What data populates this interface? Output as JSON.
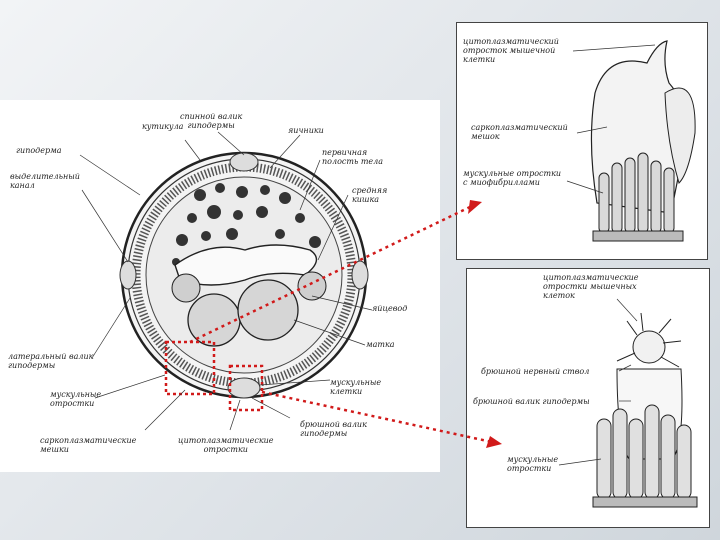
{
  "main_diagram": {
    "labels": {
      "dorsal_ridge": "спинной валик\nгиподермы",
      "cuticle": "кутикула",
      "ovaries": "яичники",
      "hypodermis": "гиподерма",
      "primary_cavity": "первичная\nполость тела",
      "excretory_canal": "выделительный\nканал",
      "midgut": "средняя\nкишка",
      "oviduct": "яйцевод",
      "lateral_ridge": "латеральный валик\nгиподермы",
      "uterus": "матка",
      "muscle_processes": "мускульные\nотростки",
      "muscle_cells": "мускульные\nклетки",
      "ventral_ridge": "брюшной валик\nгиподермы",
      "sarcoplasmic_sacs": "саркоплазматические\nмешки",
      "cytoplasmic_processes": "цитоплазматические\nотростки"
    }
  },
  "detail_top": {
    "labels": {
      "cytoplasmic_process": "цитоплазматический\nотросток мышечной\nклетки",
      "sarcoplasmic_sac": "саркоплазматический\nмешок",
      "muscle_processes": "мускульные отростки\nс миофибриллами"
    }
  },
  "detail_bottom": {
    "labels": {
      "cytoplasmic_processes": "цитоплазматические\nотростки мышечных\nклеток",
      "ventral_nerve_trunk": "брюшной нервный ствол",
      "ventral_ridge": "брюшной валик гиподермы",
      "muscle_processes": "мускульные\nотростки"
    }
  },
  "colors": {
    "highlight": "#d11a1a",
    "ink": "#222222"
  }
}
